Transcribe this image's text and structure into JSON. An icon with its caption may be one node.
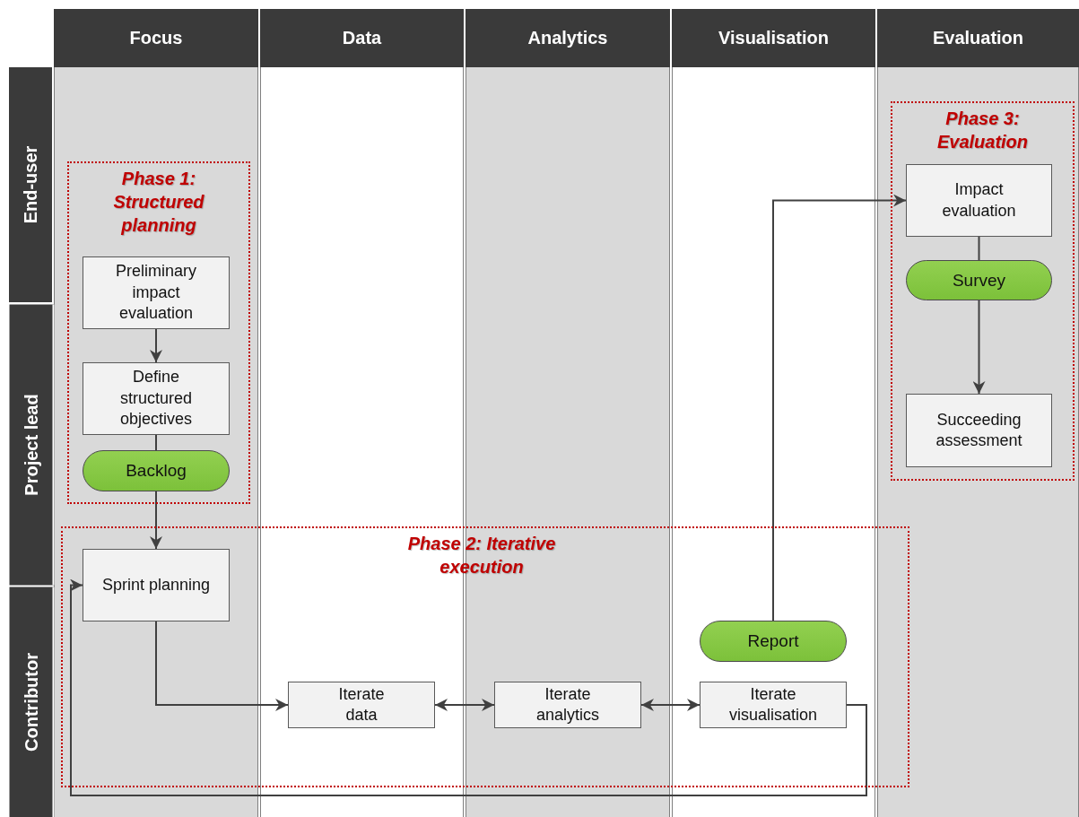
{
  "diagram": {
    "nodes": [
      {
        "text": [
          "Focus"
        ]
      },
      {
        "text": [
          "Data"
        ]
      },
      {
        "text": [
          "Analytics"
        ]
      },
      {
        "text": [
          "Visualisation"
        ]
      },
      {
        "text": [
          "Evaluation"
        ]
      },
      {
        "text": [
          "End-user"
        ]
      },
      {
        "text": [
          "Project lead"
        ]
      },
      {
        "text": [
          "Contributor"
        ]
      },
      {
        "text": [
          "Phase 1: Structured planning"
        ]
      },
      {
        "text": [
          "Preliminary impact evaluation"
        ],
        "in": 8
      },
      {
        "text": [
          "Define structured objectives"
        ],
        "in": 8
      },
      {
        "text": [
          "Backlog"
        ],
        "in": 8
      },
      {
        "text": [
          "Phase 3: Evaluation"
        ]
      },
      {
        "text": [
          "Impact evaluation"
        ],
        "in": 12
      },
      {
        "text": [
          "Survey"
        ],
        "in": 12
      },
      {
        "text": [
          "Succeeding assessment"
        ],
        "in": 12
      },
      {
        "text": [
          "Phase 2: Iterative execution"
        ]
      },
      {
        "text": [
          "Sprint planning"
        ],
        "in": 16
      },
      {
        "text": [
          "Report"
        ],
        "in": 16
      },
      {
        "text": [
          "Iterate data"
        ],
        "in": 16
      },
      {
        "text": [
          "Iterate analytics"
        ],
        "in": 16
      },
      {
        "text": [
          "Iterate visualisation"
        ],
        "in": 16
      }
    ],
    "edges": [
      {
        "from": 9,
        "to": 10,
        "arrow": "to"
      },
      {
        "from": 10,
        "to": 11,
        "arrow": "none"
      },
      {
        "from": 11,
        "to": 17,
        "arrow": "to"
      },
      {
        "from": 17,
        "to": 19,
        "arrow": "to"
      },
      {
        "from": 19,
        "to": 20,
        "arrow": "both"
      },
      {
        "from": 20,
        "to": 21,
        "arrow": "both"
      },
      {
        "from": 21,
        "to": 17,
        "arrow": "to"
      },
      {
        "from": 18,
        "to": 13,
        "arrow": "to"
      },
      {
        "from": 13,
        "to": 14,
        "arrow": "none"
      },
      {
        "from": 14,
        "to": 15,
        "arrow": "to"
      }
    ]
  }
}
